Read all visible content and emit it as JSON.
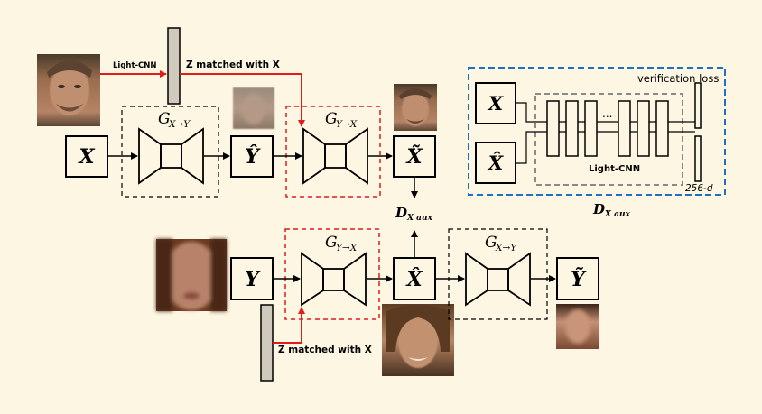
{
  "labels": {
    "light_cnn_small": "Light-CNN",
    "z_matched_top": "Z matched with X",
    "z_matched_bottom": "Z matched with X",
    "g_x_to_y_top": "G",
    "g_x_to_y_top_sub": "X→Y",
    "g_y_to_x_top": "G",
    "g_y_to_x_top_sub": "Y→X",
    "g_y_to_x_bottom": "G",
    "g_y_to_x_bottom_sub": "Y→X",
    "g_x_to_y_bottom": "G",
    "g_x_to_y_bottom_sub": "X→Y",
    "node_x": "X",
    "node_y_hat": "Ŷ",
    "node_x_tilde": "X̃",
    "node_y": "Y",
    "node_x_hat_bottom": "X̂",
    "node_y_tilde": "Ỹ",
    "d_aux_center": "D",
    "d_aux_center_sub": "X aux",
    "verification_loss": "verification loss",
    "panel_x": "X",
    "panel_x_hat": "X̂",
    "panel_dots": "...",
    "panel_light_cnn": "Light-CNN",
    "panel_dim": "256-d",
    "d_aux_panel": "D",
    "d_aux_panel_sub": "X aux"
  },
  "colors": {
    "background": "#fdf6e3",
    "red": "#e21b1b",
    "blue": "#1f6fc4",
    "gray_dash": "#8a8a8a",
    "bar_fill": "#cfcabc"
  }
}
